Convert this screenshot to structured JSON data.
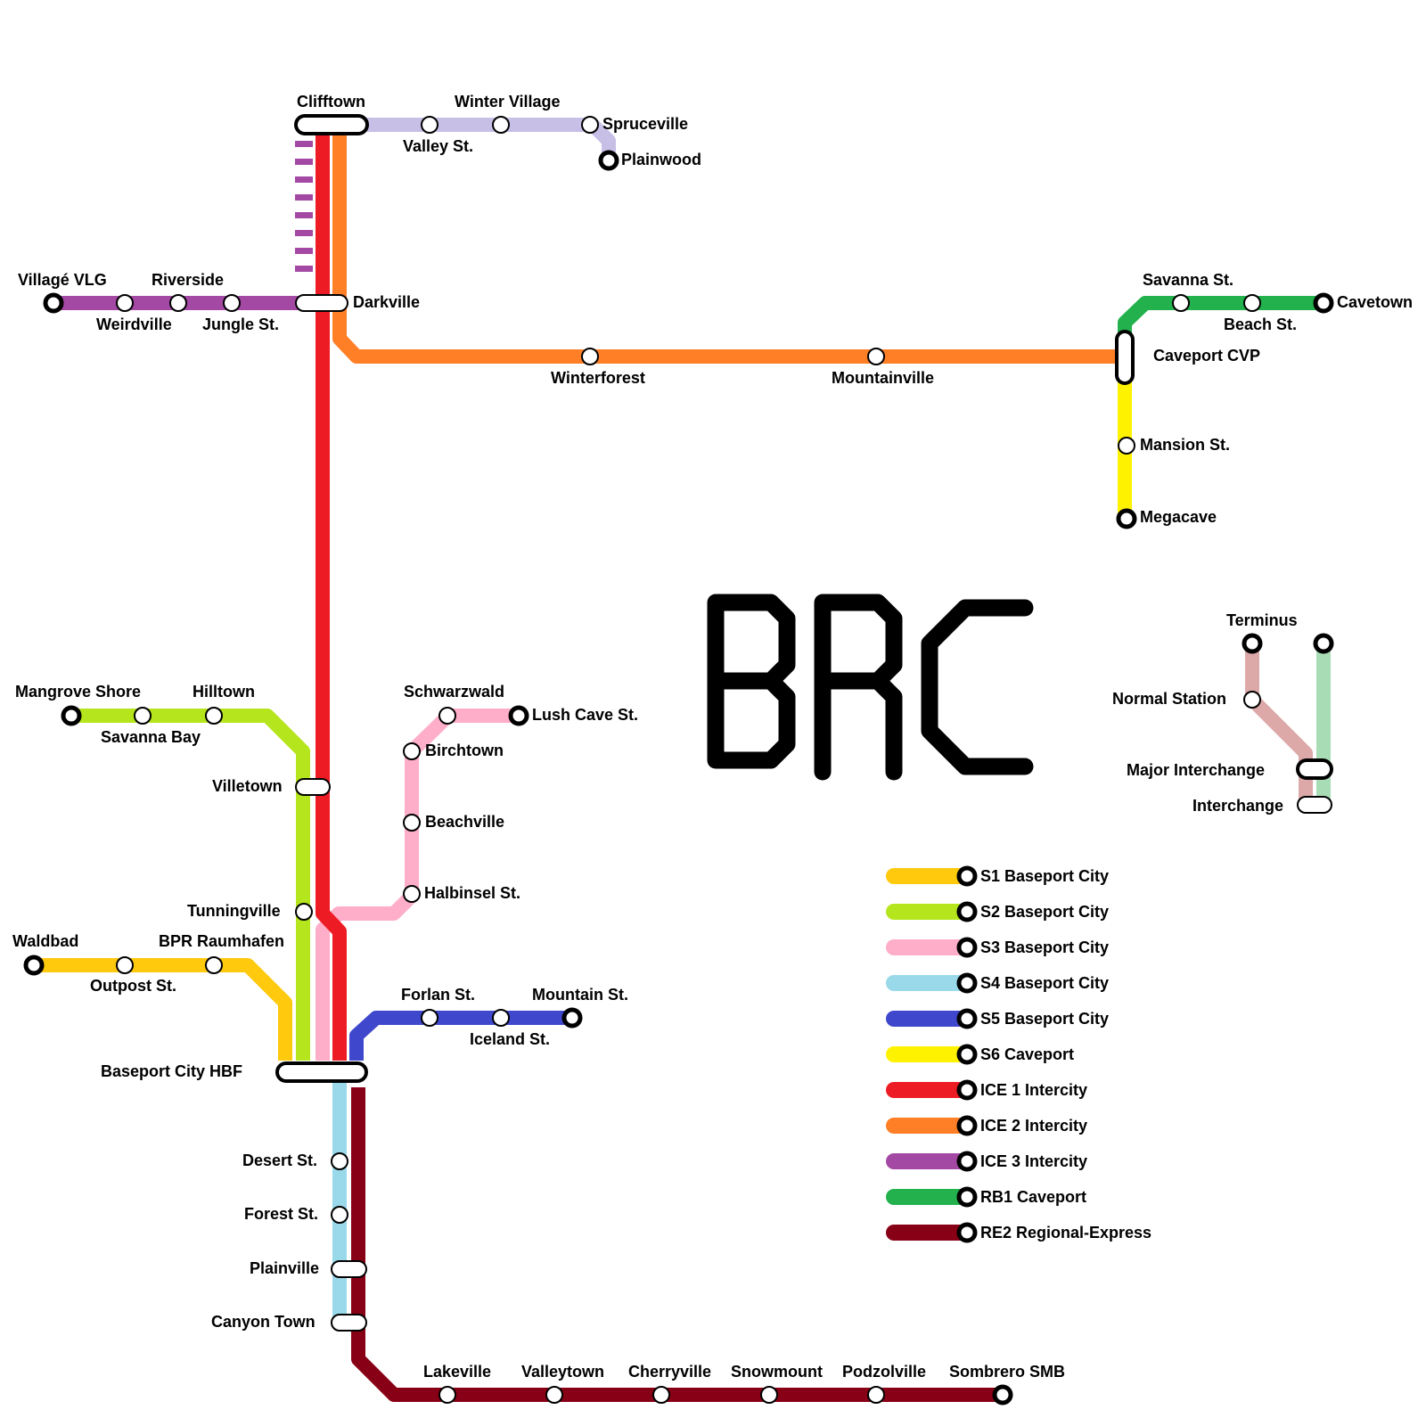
{
  "logo": "BRC",
  "colors": {
    "s1": "#ffc90e",
    "s2": "#b5e61d",
    "s3": "#ffaec9",
    "s4": "#99d9ea",
    "s5": "#3f48cc",
    "s6": "#fff200",
    "ice1": "#ed1c24",
    "ice2": "#ff7f27",
    "ice3": "#a349a4",
    "rb1": "#22b14c",
    "re2": "#880015",
    "lavender": "#c8bfe7",
    "rose": "#dca8a8",
    "mint": "#a8dcb5"
  },
  "stations": {
    "clifftown": "Clifftown",
    "winter_village": "Winter Village",
    "valley_st": "Valley St.",
    "spruceville": "Spruceville",
    "plainwood": "Plainwood",
    "village_vlg": "Villagé VLG",
    "riverside": "Riverside",
    "weirdville": "Weirdville",
    "jungle_st": "Jungle St.",
    "darkville": "Darkville",
    "winterforest": "Winterforest",
    "mountainville": "Mountainville",
    "savanna_st": "Savanna St.",
    "cavetown": "Cavetown",
    "beach_st": "Beach St.",
    "caveport_cvp": "Caveport CVP",
    "mansion_st": "Mansion St.",
    "megacave": "Megacave",
    "mangrove_shore": "Mangrove Shore",
    "hilltown": "Hilltown",
    "savanna_bay": "Savanna Bay",
    "schwarzwald": "Schwarzwald",
    "lush_cave_st": "Lush Cave St.",
    "birchtown": "Birchtown",
    "villetown": "Villetown",
    "beachville": "Beachville",
    "halbinsel_st": "Halbinsel St.",
    "tunningville": "Tunningville",
    "waldbad": "Waldbad",
    "bpr_raumhafen": "BPR Raumhafen",
    "outpost_st": "Outpost St.",
    "forlan_st": "Forlan St.",
    "mountain_st": "Mountain St.",
    "iceland_st": "Iceland St.",
    "baseport_city_hbf": "Baseport City HBF",
    "desert_st": "Desert St.",
    "forest_st": "Forest St.",
    "plainville": "Plainville",
    "canyon_town": "Canyon Town",
    "lakeville": "Lakeville",
    "valleytown": "Valleytown",
    "cherryville": "Cherryville",
    "snowmount": "Snowmount",
    "podzolville": "Podzolville",
    "sombrero_smb": "Sombrero SMB"
  },
  "key": {
    "terminus": "Terminus",
    "normal_station": "Normal Station",
    "major_interchange": "Major Interchange",
    "interchange": "Interchange"
  },
  "legend": [
    {
      "name": "S1 Baseport City",
      "color": "#ffc90e"
    },
    {
      "name": "S2 Baseport City",
      "color": "#b5e61d"
    },
    {
      "name": "S3 Baseport City",
      "color": "#ffaec9"
    },
    {
      "name": "S4 Baseport City",
      "color": "#99d9ea"
    },
    {
      "name": "S5 Baseport City",
      "color": "#3f48cc"
    },
    {
      "name": "S6 Caveport",
      "color": "#fff200"
    },
    {
      "name": "ICE 1 Intercity",
      "color": "#ed1c24"
    },
    {
      "name": "ICE 2 Intercity",
      "color": "#ff7f27"
    },
    {
      "name": "ICE 3 Intercity",
      "color": "#a349a4"
    },
    {
      "name": "RB1 Caveport",
      "color": "#22b14c"
    },
    {
      "name": "RE2 Regional-Express",
      "color": "#880015"
    }
  ]
}
